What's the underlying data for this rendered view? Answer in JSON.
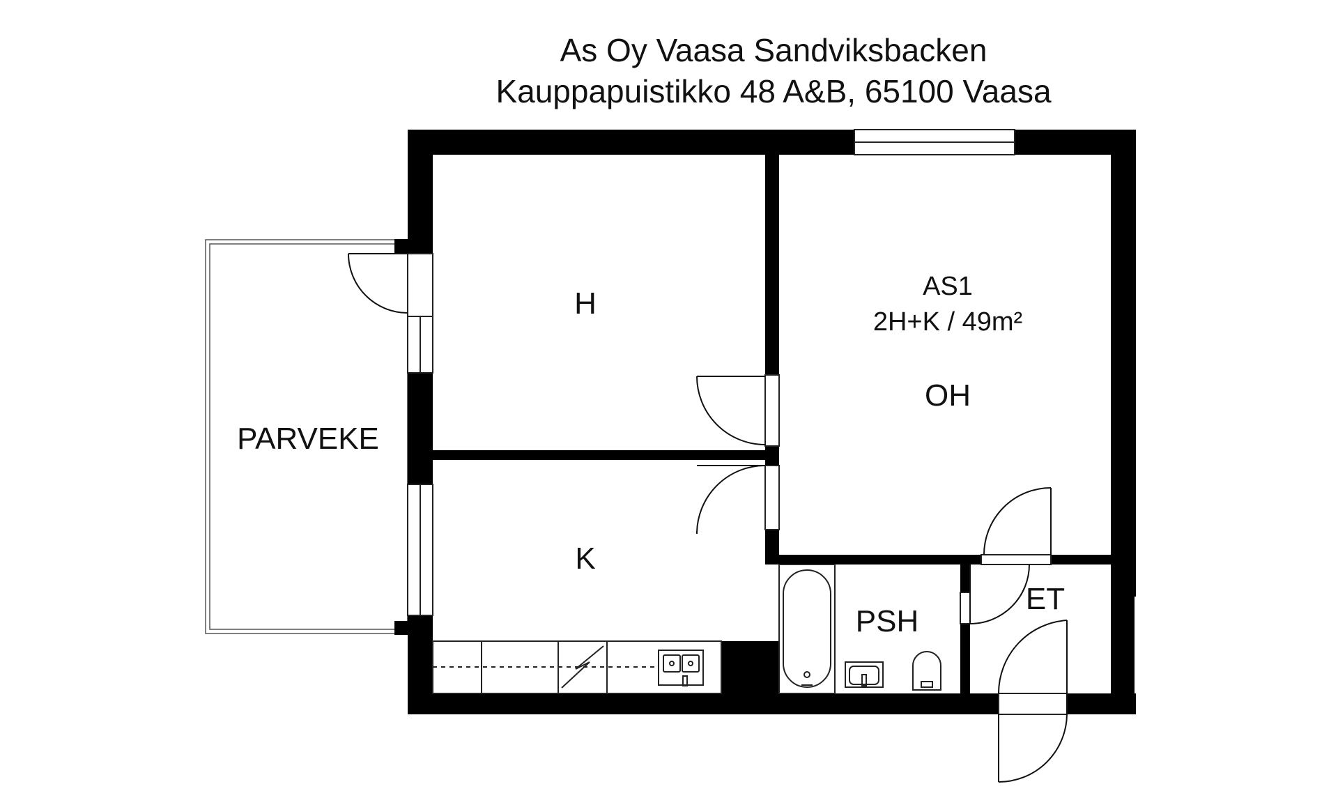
{
  "header": {
    "title": "As Oy Vaasa Sandviksbacken",
    "address": "Kauppapuistikko 48 A&B, 65100 Vaasa"
  },
  "apartment": {
    "id": "AS1",
    "summary": "2H+K / 49m²"
  },
  "rooms": {
    "bedroom": "H",
    "living_room": "OH",
    "kitchen": "K",
    "bathroom": "PSH",
    "entrance": "ET",
    "balcony": "PARVEKE"
  },
  "colors": {
    "wall": "#000000",
    "line": "#111111",
    "background": "#ffffff"
  }
}
